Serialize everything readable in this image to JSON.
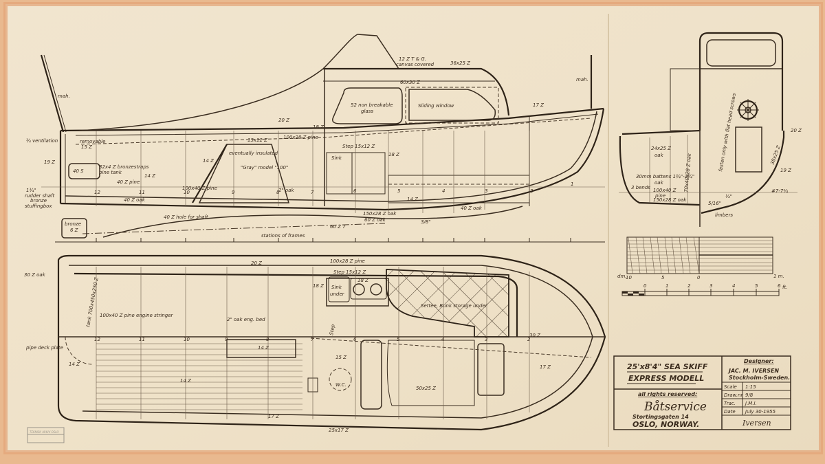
{
  "title_block": {
    "title_line1": "25'x8'4\" SEA SKIFF",
    "title_line2": "EXPRESS MODELL",
    "rights": "all rights reserved:",
    "company": "Båtservice",
    "address1": "Stortingsgaten 14",
    "address2": "OSLO, NORWAY.",
    "designer_label": "Designer:",
    "designer_name": "JAC. M. IVERSEN",
    "designer_city": "Stockholm-Sweden.",
    "rows": [
      {
        "label": "Scale",
        "value": "1:15"
      },
      {
        "label": "Draw.nr",
        "value": "9/8"
      },
      {
        "label": "Trac.",
        "value": "J.M.I."
      },
      {
        "label": "Date",
        "value": "July 30-1955"
      }
    ],
    "signature": "Iversen"
  },
  "metric_scale": {
    "unit_left": "dm.",
    "ticks": [
      "10",
      "5",
      "0"
    ],
    "unit_right": "1 m."
  },
  "feet_scale": {
    "ticks": [
      "0",
      "1",
      "2",
      "3",
      "4",
      "5",
      "6"
    ],
    "unit": "ft."
  },
  "profile": {
    "mast_aft": "mah.",
    "mast_fwd": "mah.",
    "ventilation": "¾ ventilation",
    "removable": "removable",
    "z15": "15 Z",
    "z19": "19 Z",
    "tank_straps": "32x4 Z bronzestraps",
    "tank": "pine tank",
    "tank_size": "40 S",
    "z14": "14 Z",
    "pine40": "40 Z pine",
    "shaft_size": "1¾\"",
    "rudder_shaft": "rudder shaft",
    "rudder_bronze": "bronze",
    "stuffingbox": "stuffingbox",
    "bronze": "bronze",
    "bronze_size": "6 Z",
    "oak40": "40 Z oak",
    "shaft_hole": "40 Z hole for shaft",
    "pine100x40": "100x40 Z pine",
    "beam15x12": "15x12 Z",
    "pine100x28": "100x28 Z pine",
    "insulated": "eventually insulated",
    "engine": "\"Gray\" model \"100\"",
    "z20": "20 Z",
    "z18": "18 Z",
    "roof1": "12 Z T & G.",
    "roof2": "canvas covered",
    "beam36x25": "36x25 Z",
    "beam60x30": "60x30 Z",
    "glass1": "52 non breakable",
    "glass2": "glass",
    "sliding": "Sliding window",
    "step": "Step 15x12 Z",
    "sink": "Sink",
    "oak2": "2\" oak",
    "oak60": "60 Z oak",
    "oak150": "150x28 Z oak",
    "oak40b": "40 Z oak",
    "z60": "60 Z 7",
    "z17": "17 Z",
    "z18b": "18 Z",
    "z14b": "14 Z",
    "z14c": "14 Z",
    "eighth": "3/8\"",
    "stations": "stations of frames",
    "frames": [
      "12",
      "11",
      "10",
      "9",
      "8",
      "7",
      "6",
      "5",
      "4",
      "3",
      "2",
      "1"
    ]
  },
  "plan": {
    "oak30": "30 Z oak",
    "z20": "20 Z",
    "pine100x28": "100x28 Z pine",
    "step": "Step 15x12 Z",
    "z18": "18 Z",
    "z18b": "18 Z",
    "sink1": "Sink",
    "sink2": "under",
    "settee": "Settee, Bunk storage under",
    "stringer": "100x40 Z pine engine stringer",
    "bed": "2\" oak eng. bed",
    "tank": "tank 700x450x250 Z",
    "pipe": "pipe deck plate",
    "z14a": "14 Z",
    "z14b": "14 Z",
    "z14c": "14 Z",
    "z15": "15 Z",
    "wc": "W.C.",
    "locker": "50x25 Z",
    "z17a": "17 Z",
    "z17b": "17 Z",
    "z30": "30 Z",
    "z25x17": "25x17 Z",
    "step2": "Step",
    "frames": [
      "12",
      "11",
      "10",
      "9",
      "8",
      "7",
      "6",
      "5",
      "4",
      "3",
      "2"
    ]
  },
  "section": {
    "fasten": "fasten only with flat head screws",
    "oak24": "24x25 Z",
    "oak": "oak",
    "battens": "30mm battens 1¾\"-1¾\"",
    "oak_b": "oak",
    "bends": "3 bends",
    "pine": "100x40 Z",
    "pine2": "pine",
    "oak150": "150x28 Z oak",
    "floor": "70x40x28 Z oak",
    "z20": "20 Z",
    "z19": "19 Z",
    "plank": "#7-7¼",
    "fiv": "5/16\"",
    "half": "½\"",
    "limbers": "limbers",
    "frame": "38x25 Z"
  },
  "stamp": "TEKNISK ARKIV OSLO"
}
